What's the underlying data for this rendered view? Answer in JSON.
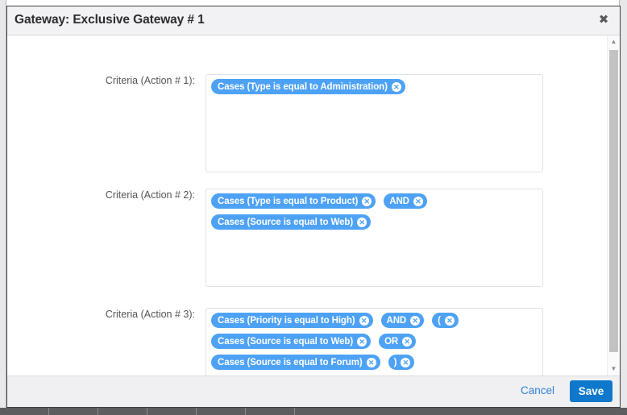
{
  "dialog": {
    "title": "Gateway: Exclusive Gateway # 1",
    "close_icon": "close-icon",
    "close_glyph": "✖"
  },
  "criteria_rows": [
    {
      "label": "Criteria (Action # 1):",
      "lines": [
        [
          {
            "text": "Cases (Type is equal to Administration)",
            "remove_glyph": "✕",
            "kind": "condition"
          }
        ]
      ]
    },
    {
      "label": "Criteria (Action # 2):",
      "lines": [
        [
          {
            "text": "Cases (Type is equal to Product)",
            "remove_glyph": "✕",
            "kind": "condition"
          },
          {
            "text": "AND",
            "remove_glyph": "✕",
            "kind": "operator"
          }
        ],
        [
          {
            "text": "Cases (Source is equal to Web)",
            "remove_glyph": "✕",
            "kind": "condition"
          }
        ]
      ]
    },
    {
      "label": "Criteria (Action # 3):",
      "lines": [
        [
          {
            "text": "Cases (Priority is equal to High)",
            "remove_glyph": "✕",
            "kind": "condition"
          },
          {
            "text": "AND",
            "remove_glyph": "✕",
            "kind": "operator"
          },
          {
            "text": "(",
            "remove_glyph": "✕",
            "kind": "operator"
          }
        ],
        [
          {
            "text": "Cases (Source is equal to Web)",
            "remove_glyph": "✕",
            "kind": "condition"
          },
          {
            "text": "OR",
            "remove_glyph": "✕",
            "kind": "operator"
          }
        ],
        [
          {
            "text": "Cases (Source is equal to Forum)",
            "remove_glyph": "✕",
            "kind": "condition"
          },
          {
            "text": ")",
            "remove_glyph": "✕",
            "kind": "operator"
          }
        ]
      ]
    }
  ],
  "scrollbar": {
    "up_glyph": "▲",
    "down_glyph": "▼"
  },
  "footer": {
    "cancel_label": "Cancel",
    "save_label": "Save"
  },
  "colors": {
    "pill_blue": "#4da2f5",
    "save_blue": "#0d78cc",
    "link_blue": "#2f80d8"
  }
}
